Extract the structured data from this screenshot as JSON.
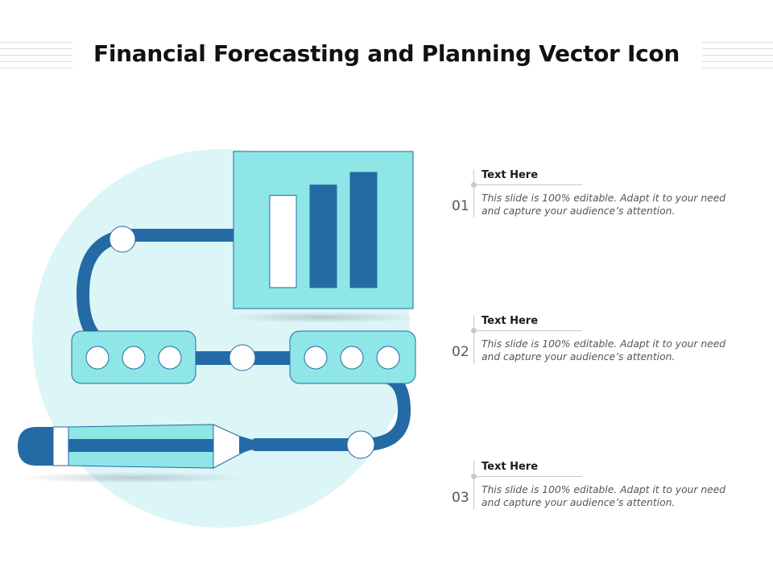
{
  "title": "Financial Forecasting and Planning Vector Icon",
  "colors": {
    "background_circle": "#dcf5f7",
    "light_teal": "#8ee6e6",
    "dark_blue": "#246aa5",
    "white": "#ffffff"
  },
  "chart_bars": [
    {
      "level": 0.8,
      "fill": "#ffffff"
    },
    {
      "level": 0.89,
      "fill": "#246aa5"
    },
    {
      "level": 1.0,
      "fill": "#246aa5"
    }
  ],
  "items": [
    {
      "number": "01",
      "heading": "Text Here",
      "description": "This slide is 100% editable. Adapt it to your need and capture your audience’s attention."
    },
    {
      "number": "02",
      "heading": "Text Here",
      "description": "This slide is 100% editable. Adapt it to your need and capture your audience’s attention."
    },
    {
      "number": "03",
      "heading": "Text Here",
      "description": "This slide is 100% editable. Adapt it to your need and capture your audience’s attention."
    }
  ]
}
